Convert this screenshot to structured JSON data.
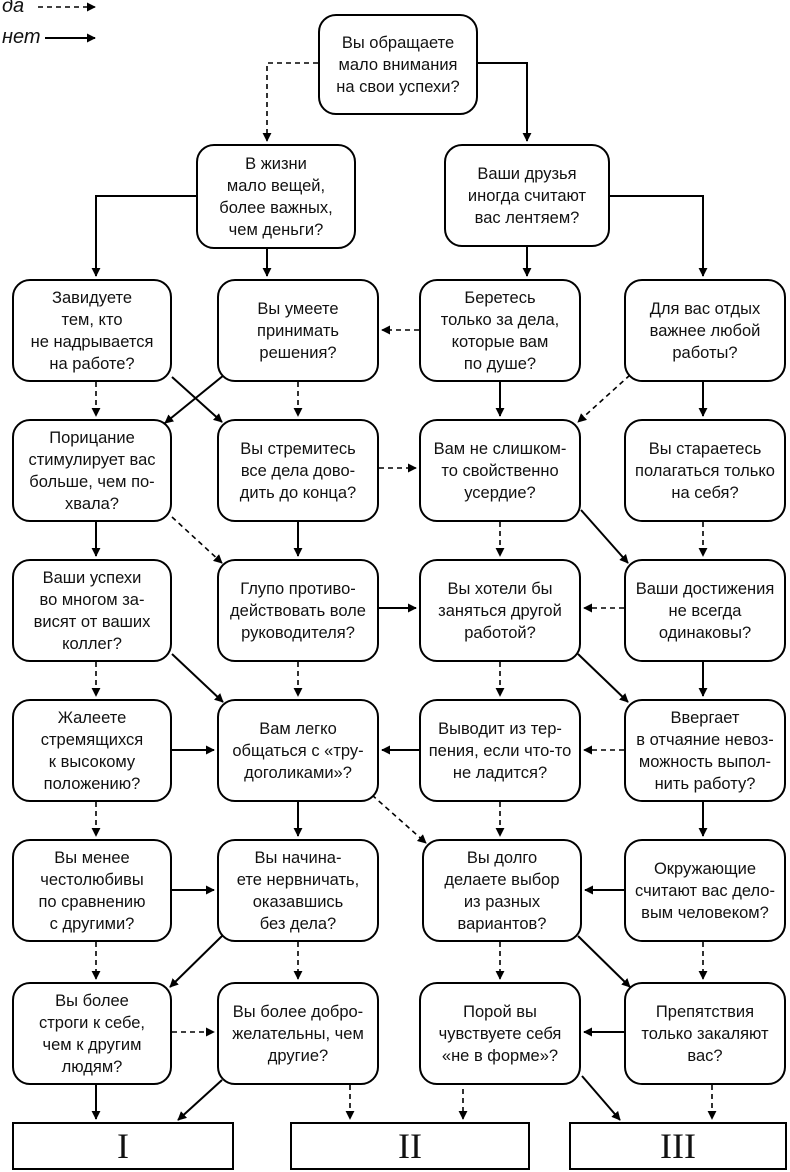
{
  "legend": {
    "yes": "да",
    "no": "нет"
  },
  "questions": {
    "q1": "Вы обращаете\nмало внимания\nна свои успехи?",
    "q2": "В жизни\nмало вещей,\nболее важных,\nчем деньги?",
    "q3": "Ваши друзья\nиногда считают\nвас лентяем?",
    "q4": "Завидуете\nтем, кто\nне надрывается\nна работе?",
    "q5": "Вы умеете\nпринимать\nрешения?",
    "q6": "Беретесь\nтолько за дела,\nкоторые вам\nпо душе?",
    "q7": "Для вас отдых\nважнее любой\nработы?",
    "q8": "Порицание\nстимулирует вас\nбольше, чем по-\nхвала?",
    "q9": "Вы стремитесь\nвсе дела дово-\nдить до конца?",
    "q10": "Вам не слишком-\nто свойственно\nусердие?",
    "q11": "Вы стараетесь\nполагаться только\nна себя?",
    "q12": "Ваши успехи\nво многом за-\nвисят от ваших\nколлег?",
    "q13": "Глупо противо-\nдействовать воле\nруководителя?",
    "q14": "Вы хотели бы\nзаняться другой\nработой?",
    "q15": "Ваши достижения\nне всегда\nодинаковы?",
    "q16": "Жалеете\nстремящихся\nк высокому\nположению?",
    "q17": "Вам легко\nобщаться с «тру-\nдоголиками»?",
    "q18": "Выводит из тер-\nпения, если что-то\nне ладится?",
    "q19": "Ввергает\nв отчаяние невоз-\nможность выпол-\nнить работу?",
    "q20": "Вы менее\nчестолюбивы\nпо сравнению\nс другими?",
    "q21": "Вы начина-\nете нервничать,\nоказавшись\nбез дела?",
    "q22": "Вы долго\nделаете выбор\nиз разных\nвариантов?",
    "q23": "Окружающие\nсчитают вас дело-\nвым человеком?",
    "q24": "Вы более\nстроги к себе,\nчем к другим\nлюдям?",
    "q25": "Вы более добро-\nжелательны, чем\nдругие?",
    "q26": "Порой вы\nчувствуете себя\n«не в форме»?",
    "q27": "Препятствия\nтолько закаляют\nвас?"
  },
  "results": {
    "r1": "I",
    "r2": "II",
    "r3": "III"
  },
  "edges": [
    {
      "from": "q1",
      "to": "q2",
      "type": "yes"
    },
    {
      "from": "q1",
      "to": "q3",
      "type": "no"
    },
    {
      "from": "q2",
      "to": "q4",
      "type": "no"
    },
    {
      "from": "q2",
      "to": "q5",
      "type": "no"
    },
    {
      "from": "q3",
      "to": "q6",
      "type": "no"
    },
    {
      "from": "q3",
      "to": "q7",
      "type": "no"
    },
    {
      "from": "q6",
      "to": "q5",
      "type": "yes"
    },
    {
      "from": "q4",
      "to": "q8",
      "type": "yes"
    },
    {
      "from": "q4",
      "to": "q9",
      "type": "no"
    },
    {
      "from": "q5",
      "to": "q8",
      "type": "no"
    },
    {
      "from": "q5",
      "to": "q9",
      "type": "yes"
    },
    {
      "from": "q6",
      "to": "q10",
      "type": "no"
    },
    {
      "from": "q7",
      "to": "q10",
      "type": "yes"
    },
    {
      "from": "q7",
      "to": "q11",
      "type": "no"
    },
    {
      "from": "q9",
      "to": "q10",
      "type": "yes"
    },
    {
      "from": "q8",
      "to": "q12",
      "type": "no"
    },
    {
      "from": "q8",
      "to": "q13",
      "type": "yes"
    },
    {
      "from": "q9",
      "to": "q13",
      "type": "no"
    },
    {
      "from": "q10",
      "to": "q14",
      "type": "yes"
    },
    {
      "from": "q10",
      "to": "q15",
      "type": "no"
    },
    {
      "from": "q11",
      "to": "q15",
      "type": "yes"
    },
    {
      "from": "q13",
      "to": "q14",
      "type": "no"
    },
    {
      "from": "q15",
      "to": "q14",
      "type": "yes"
    },
    {
      "from": "q12",
      "to": "q16",
      "type": "yes"
    },
    {
      "from": "q12",
      "to": "q17",
      "type": "no"
    },
    {
      "from": "q13",
      "to": "q17",
      "type": "yes"
    },
    {
      "from": "q14",
      "to": "q18",
      "type": "yes"
    },
    {
      "from": "q14",
      "to": "q19",
      "type": "no"
    },
    {
      "from": "q15",
      "to": "q19",
      "type": "no"
    },
    {
      "from": "q16",
      "to": "q17",
      "type": "no"
    },
    {
      "from": "q18",
      "to": "q17",
      "type": "no"
    },
    {
      "from": "q19",
      "to": "q18",
      "type": "yes"
    },
    {
      "from": "q16",
      "to": "q20",
      "type": "yes"
    },
    {
      "from": "q17",
      "to": "q21",
      "type": "no"
    },
    {
      "from": "q17",
      "to": "q22",
      "type": "yes"
    },
    {
      "from": "q18",
      "to": "q22",
      "type": "yes"
    },
    {
      "from": "q19",
      "to": "q23",
      "type": "no"
    },
    {
      "from": "q20",
      "to": "q21",
      "type": "no"
    },
    {
      "from": "q23",
      "to": "q22",
      "type": "no"
    },
    {
      "from": "q20",
      "to": "q24",
      "type": "yes"
    },
    {
      "from": "q21",
      "to": "q24",
      "type": "no"
    },
    {
      "from": "q21",
      "to": "q25",
      "type": "yes"
    },
    {
      "from": "q22",
      "to": "q26",
      "type": "yes"
    },
    {
      "from": "q22",
      "to": "q27",
      "type": "no"
    },
    {
      "from": "q23",
      "to": "q27",
      "type": "yes"
    },
    {
      "from": "q24",
      "to": "q25",
      "type": "yes"
    },
    {
      "from": "q27",
      "to": "q26",
      "type": "no"
    },
    {
      "from": "q24",
      "to": "r1",
      "type": "no"
    },
    {
      "from": "q25",
      "to": "r1",
      "type": "no"
    },
    {
      "from": "q25",
      "to": "r2",
      "type": "yes"
    },
    {
      "from": "q26",
      "to": "r2",
      "type": "yes"
    },
    {
      "from": "q27",
      "to": "r3",
      "type": "no"
    },
    {
      "from": "q27",
      "to": "r3",
      "type": "yes"
    }
  ]
}
